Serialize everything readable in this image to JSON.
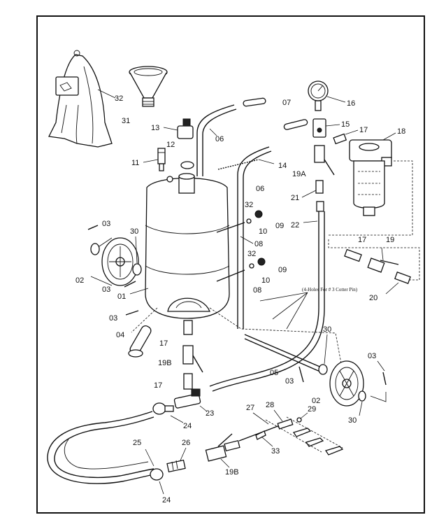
{
  "diagram": {
    "callouts": {
      "p01": "01",
      "p02a": "02",
      "p02b": "02",
      "p03a": "03",
      "p03b": "03",
      "p03c": "03",
      "p03d": "03",
      "p03e": "03",
      "p04": "04",
      "p05": "05",
      "p06a": "06",
      "p06b": "06",
      "p07": "07",
      "p08a": "08",
      "p08b": "08",
      "p09a": "09",
      "p09b": "09",
      "p10a": "10",
      "p10b": "10",
      "p11": "11",
      "p12": "12",
      "p13": "13",
      "p14": "14",
      "p15": "15",
      "p16": "16",
      "p17a": "17",
      "p17b": "17",
      "p17c": "17",
      "p17d": "17",
      "p18": "18",
      "p19": "19",
      "p19a": "19A",
      "p19b1": "19B",
      "p19b2": "19B",
      "p20": "20",
      "p21": "21",
      "p22": "22",
      "p23": "23",
      "p24a": "24",
      "p24b": "24",
      "p25": "25",
      "p26": "26",
      "p27": "27",
      "p28": "28",
      "p29": "29",
      "p30a": "30",
      "p30b": "30",
      "p30c": "30",
      "p31": "31",
      "p32a": "32",
      "p32b": "32",
      "p32c": "32",
      "p33": "33"
    },
    "cotter_note": "(4-Holes For # 3 Cotter Pin)"
  }
}
